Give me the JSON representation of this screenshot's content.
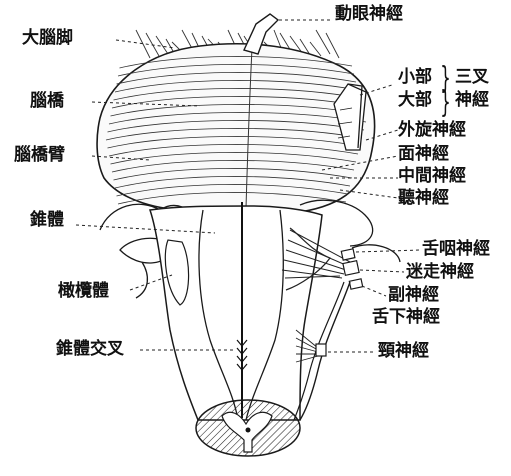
{
  "figure": {
    "labels": {
      "cerebral_peduncle": "大腦脚",
      "pons": "腦橋",
      "middle_cerebellar_peduncle": "腦橋臂",
      "pyramid": "錐體",
      "olive": "橄欖體",
      "pyramidal_decussation": "錐體交叉",
      "oculomotor_nerve": "動眼神經",
      "trigeminal_minor": "小部",
      "trigeminal_major": "大部",
      "trigeminal_nerve_a": "三叉",
      "trigeminal_nerve_b": "神經",
      "abducens_nerve": "外旋神經",
      "facial_nerve": "面神經",
      "intermediate_nerve": "中間神經",
      "auditory_nerve": "聽神經",
      "glossopharyngeal_nerve": "舌咽神經",
      "vagus_nerve": "迷走神經",
      "accessory_nerve": "副神經",
      "hypoglossal_nerve": "舌下神經",
      "cervical_nerve": "頸神經"
    }
  }
}
